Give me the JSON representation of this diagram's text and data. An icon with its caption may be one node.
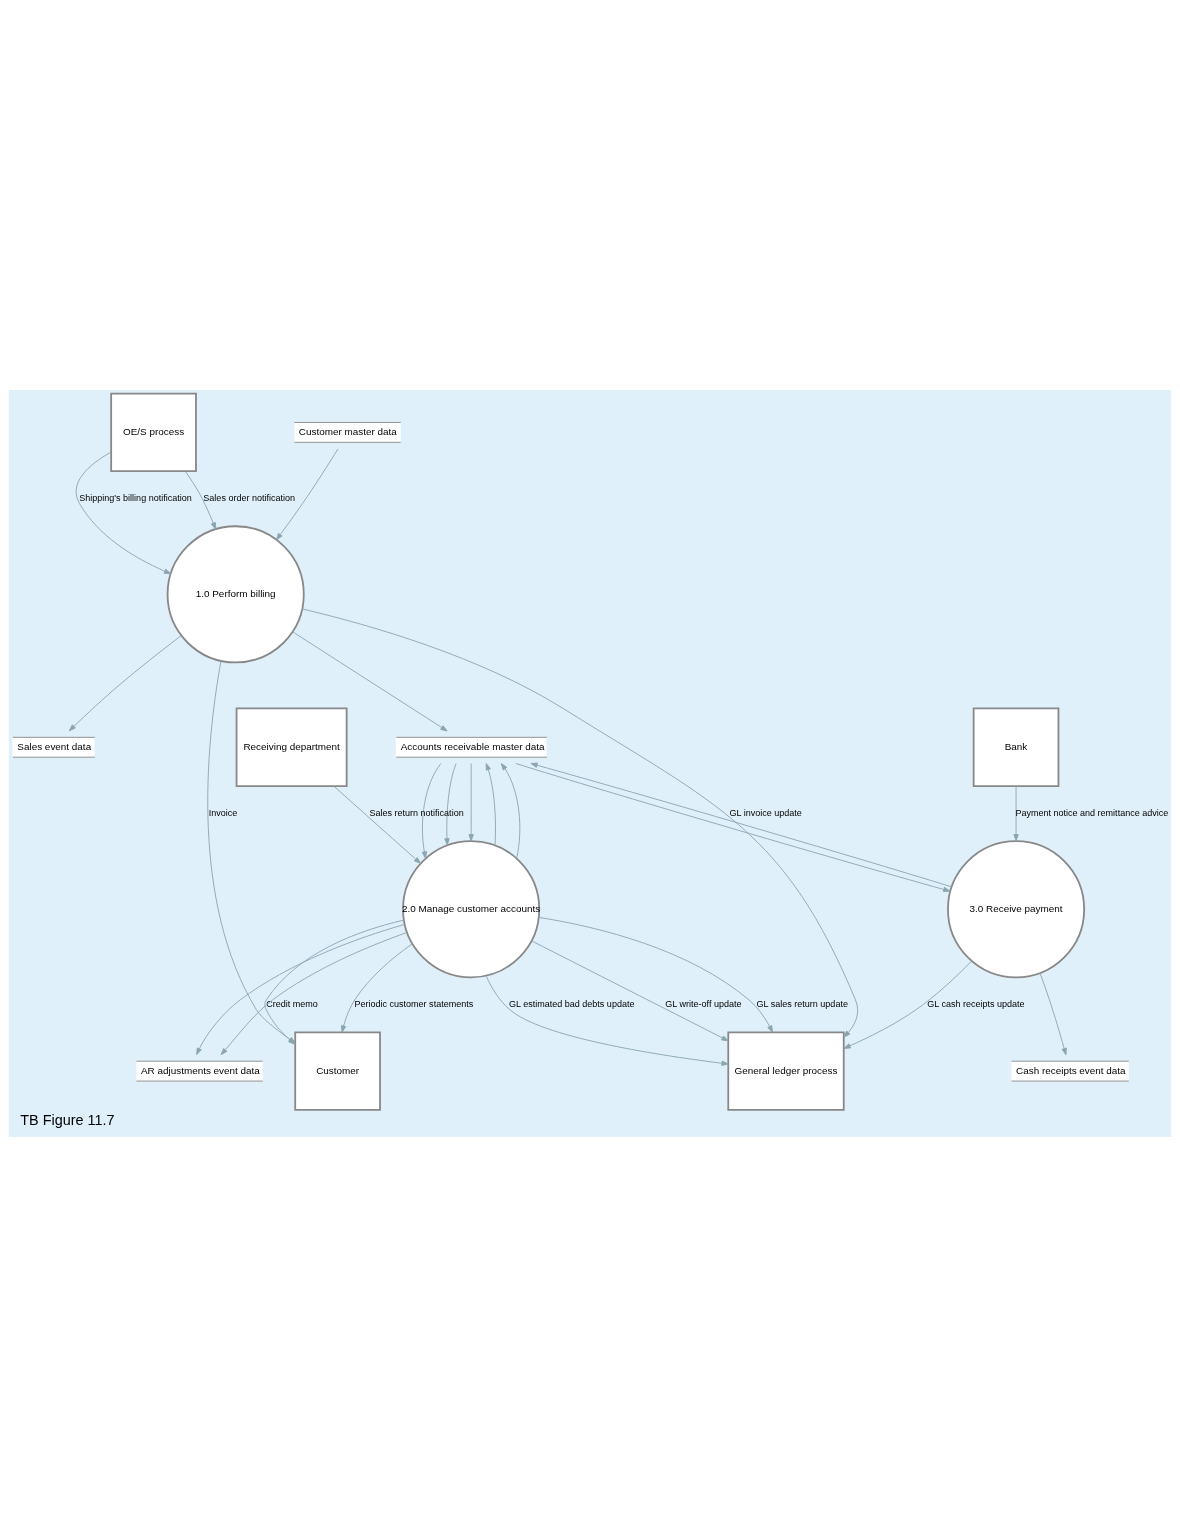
{
  "diagram": {
    "caption": "TB Figure 11.7",
    "nodes": [
      {
        "text": [
          "OE/S process"
        ]
      },
      {
        "text": [
          "Customer master data"
        ]
      },
      {
        "text": [
          "Sales event data"
        ]
      },
      {
        "text": [
          "1.0 Perform billing"
        ]
      },
      {
        "text": [
          "Customer"
        ]
      },
      {
        "text": [
          "Accounts receivable master data"
        ]
      },
      {
        "text": [
          "2.0 Manage customer accounts"
        ]
      },
      {
        "text": [
          "Receiving department"
        ]
      },
      {
        "text": [
          "AR adjustments event data"
        ]
      },
      {
        "text": [
          "3.0 Receive payment"
        ]
      },
      {
        "text": [
          "Cash receipts event data"
        ]
      },
      {
        "text": [
          "General ledger process"
        ]
      },
      {
        "text": [
          "Bank"
        ]
      }
    ],
    "edges": [
      {
        "from": 0,
        "to": 3,
        "arrow": "to",
        "label": "Sales order notification"
      },
      {
        "from": 0,
        "to": 3,
        "arrow": "to",
        "label": "Shipping's billing notification"
      },
      {
        "from": 1,
        "to": 3,
        "arrow": "to"
      },
      {
        "from": 3,
        "to": 2,
        "arrow": "to"
      },
      {
        "from": 3,
        "to": 11,
        "arrow": "to",
        "label": "GL invoice update"
      },
      {
        "from": 3,
        "to": 4,
        "arrow": "to",
        "label": "Invoice"
      },
      {
        "from": 3,
        "to": 5,
        "arrow": "to"
      },
      {
        "from": 6,
        "to": 4,
        "arrow": "to",
        "label": "Credit memo"
      },
      {
        "from": 6,
        "to": 4,
        "arrow": "to",
        "label": "Periodic customer statements"
      },
      {
        "from": 7,
        "to": 6,
        "arrow": "to",
        "label": "Sales return notification"
      },
      {
        "from": 5,
        "to": 6,
        "arrow": "to"
      },
      {
        "from": 5,
        "to": 6,
        "arrow": "to"
      },
      {
        "from": 5,
        "to": 6,
        "arrow": "to"
      },
      {
        "from": 6,
        "to": 5,
        "arrow": "to"
      },
      {
        "from": 6,
        "to": 5,
        "arrow": "to"
      },
      {
        "from": 6,
        "to": 8,
        "arrow": "to"
      },
      {
        "from": 6,
        "to": 8,
        "arrow": "to"
      },
      {
        "from": 6,
        "to": 11,
        "arrow": "to",
        "label": "GL estimated bad debts update"
      },
      {
        "from": 6,
        "to": 11,
        "arrow": "to",
        "label": "GL write-off update"
      },
      {
        "from": 6,
        "to": 11,
        "arrow": "to",
        "label": "GL sales return update"
      },
      {
        "from": 5,
        "to": 9,
        "arrow": "to"
      },
      {
        "from": 9,
        "to": 5,
        "arrow": "to"
      },
      {
        "from": 9,
        "to": 10,
        "arrow": "to"
      },
      {
        "from": 12,
        "to": 9,
        "arrow": "to",
        "label": "Payment notice and remittance advice"
      },
      {
        "from": 9,
        "to": 11,
        "arrow": "to",
        "label": "GL cash receipts update"
      }
    ]
  }
}
